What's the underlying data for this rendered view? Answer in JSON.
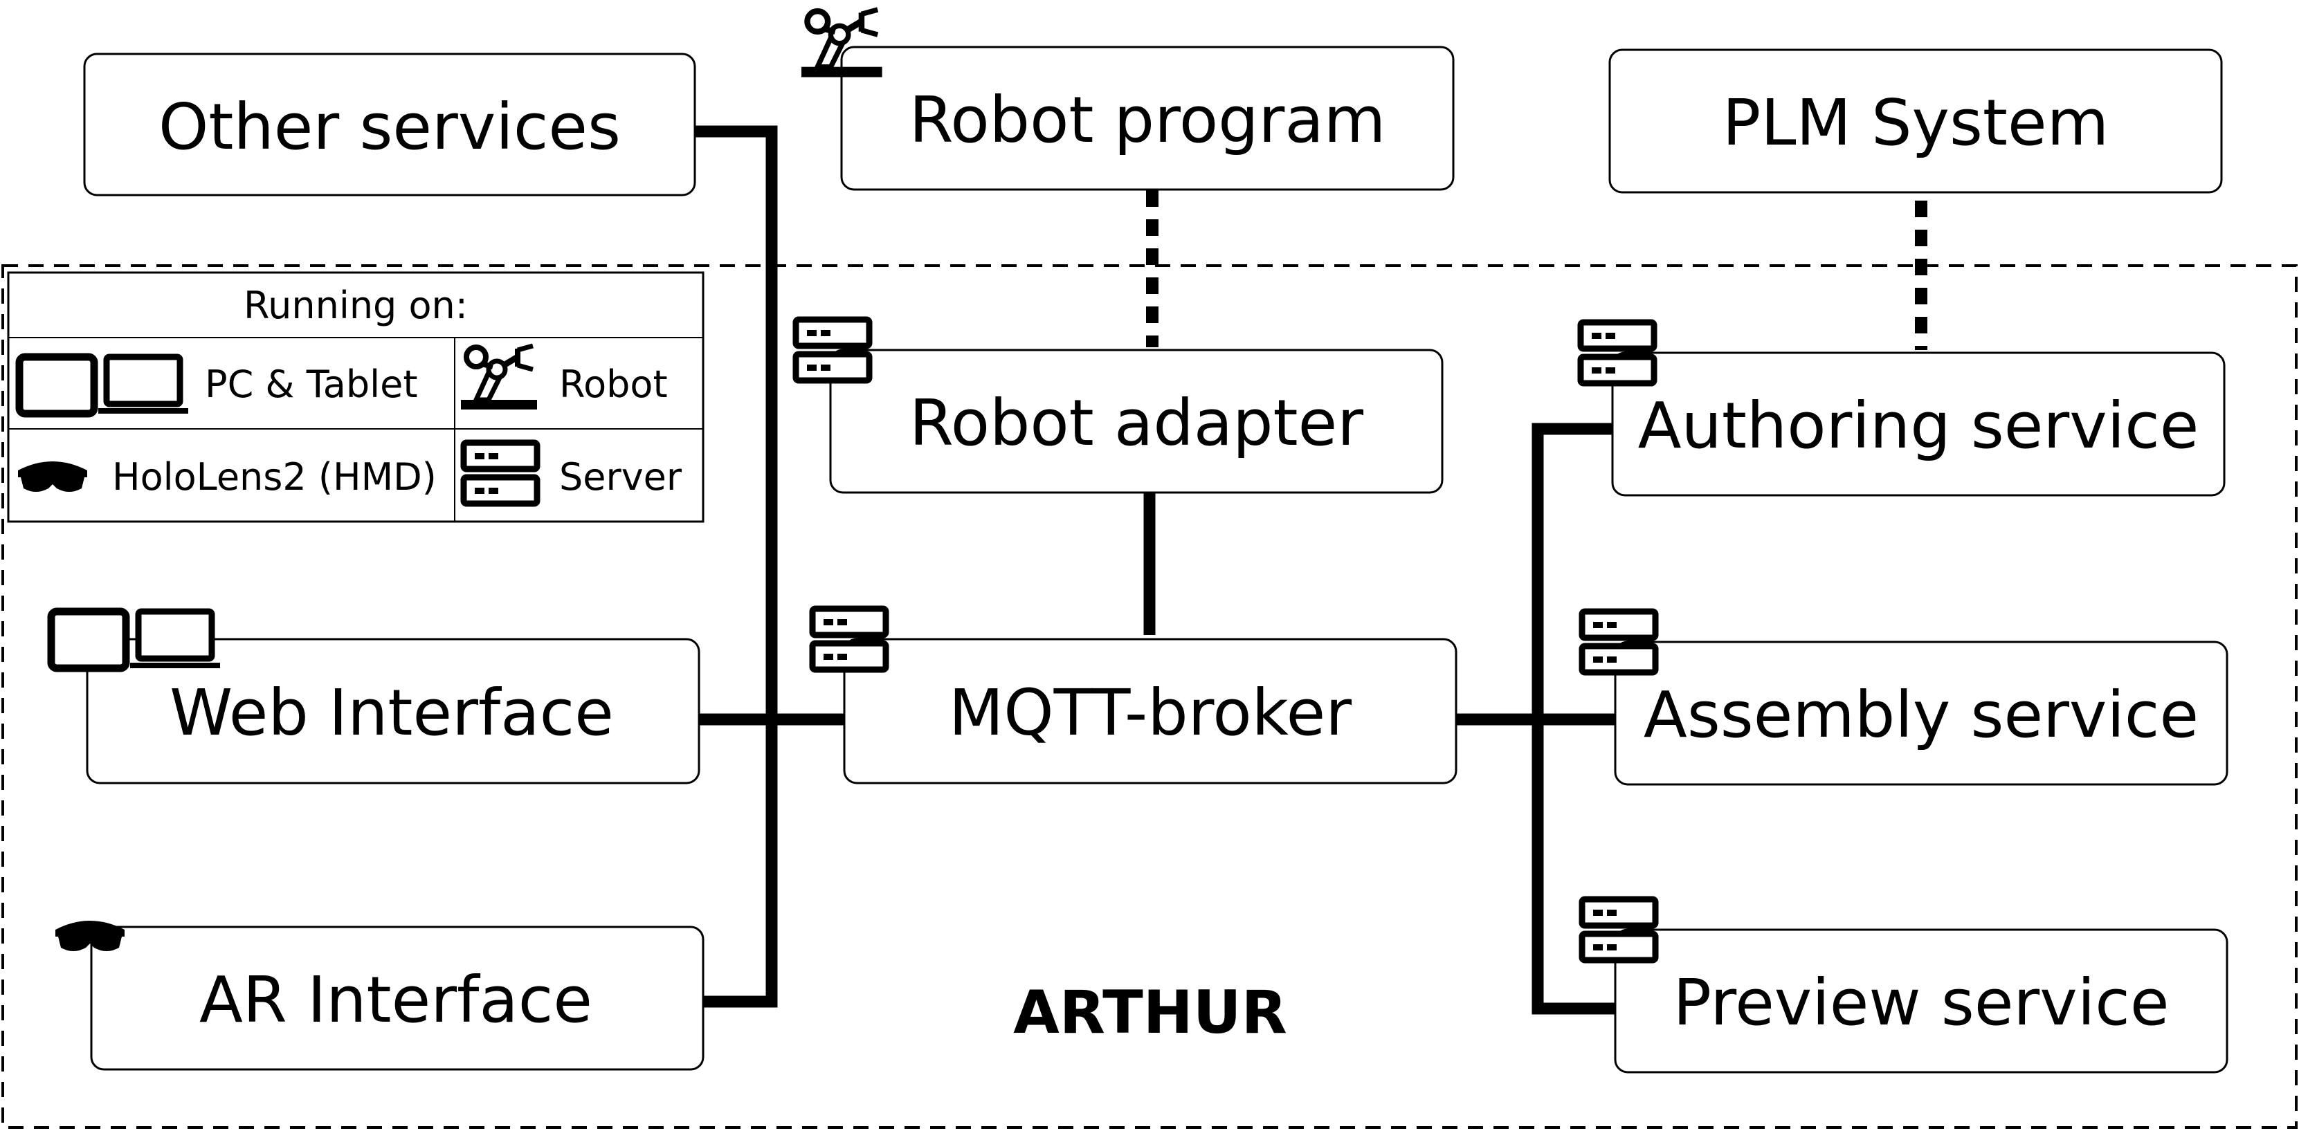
{
  "diagram": {
    "title": "ARTHUR",
    "nodes": {
      "other_services": "Other services",
      "robot_program": "Robot program",
      "plm_system": "PLM System",
      "robot_adapter": "Robot adapter",
      "authoring_service": "Authoring service",
      "web_interface": "Web Interface",
      "mqtt_broker": "MQTT-broker",
      "assembly_service": "Assembly service",
      "ar_interface": "AR Interface",
      "preview_service": "Preview service"
    },
    "legend": {
      "title": "Running on:",
      "pc_tablet": "PC & Tablet",
      "robot": "Robot",
      "hololens": "HoloLens2 (HMD)",
      "server": "Server"
    },
    "icons": {
      "pc_tablet": "tablet-laptop-icon",
      "robot": "robot-arm-icon",
      "hololens": "hololens-icon",
      "server": "server-icon"
    }
  }
}
